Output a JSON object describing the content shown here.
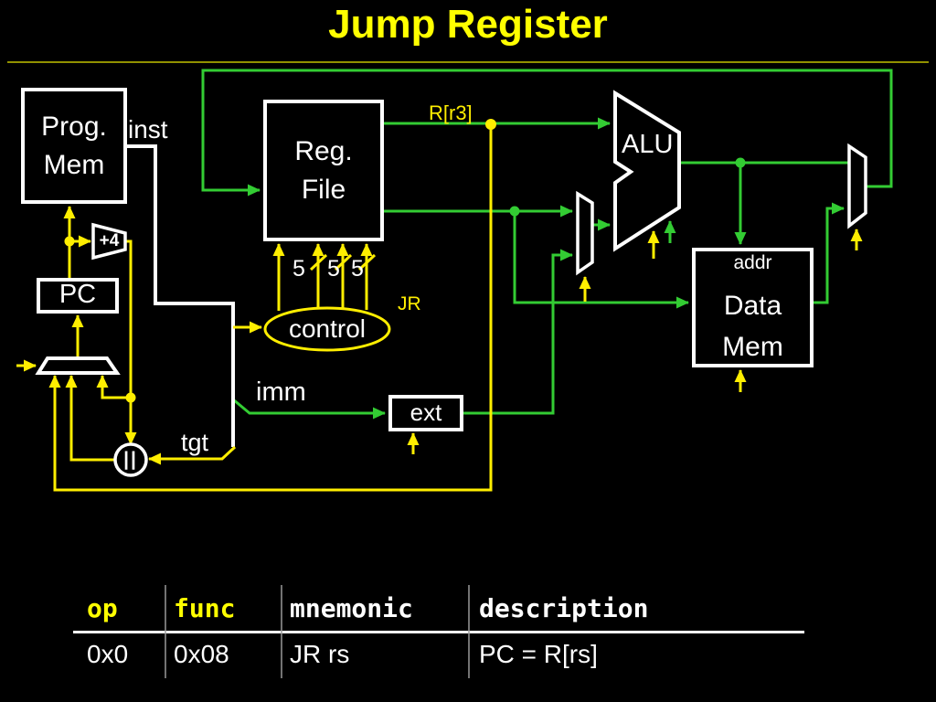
{
  "slide": {
    "title": "Jump Register"
  },
  "colors": {
    "background": "#000000",
    "wire_yellow": "#ffee00",
    "wire_green": "#33cc33",
    "wire_white": "#ffffff",
    "title_yellow": "#ffff00",
    "title_rule": "#919100",
    "table_separator": "#9a9a9a"
  },
  "diagram": {
    "blocks": {
      "prog_mem": {
        "line1": "Prog.",
        "line2": "Mem"
      },
      "reg_file": {
        "line1": "Reg.",
        "line2": "File"
      },
      "pc": {
        "label": "PC"
      },
      "adder": {
        "label": "+4"
      },
      "concat": {
        "label": "||"
      },
      "control": {
        "label": "control"
      },
      "ext": {
        "label": "ext"
      },
      "alu": {
        "label": "ALU"
      },
      "data_mem": {
        "port": "addr",
        "line1": "Data",
        "line2": "Mem"
      }
    },
    "labels": {
      "inst": "inst",
      "rr3": "R[r3]",
      "width1": "5",
      "width2": "5",
      "width3": "5",
      "jr": "JR",
      "imm": "imm",
      "tgt": "tgt"
    }
  },
  "table": {
    "headers": [
      {
        "label": "op"
      },
      {
        "label": "func"
      },
      {
        "label": "mnemonic"
      },
      {
        "label": "description"
      }
    ],
    "rows": [
      {
        "op": "0x0",
        "func": "0x08",
        "mnemonic": "JR rs",
        "description": "PC = R[rs]"
      }
    ]
  }
}
